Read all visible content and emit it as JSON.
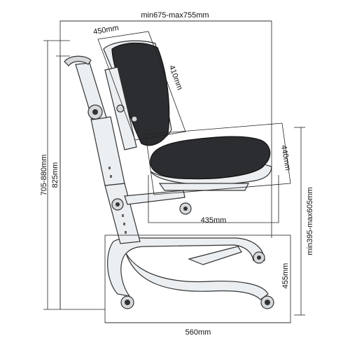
{
  "dimensions": {
    "overall_width": "min675-max755mm",
    "backrest_width": "450mm",
    "backrest_height": "410mm",
    "seat_depth": "440mm",
    "total_height": "705-880mm",
    "back_height": "825mm",
    "seat_height": "min395-max605mm",
    "seat_width": "435mm",
    "base_height": "455mm",
    "base_width": "560mm"
  }
}
